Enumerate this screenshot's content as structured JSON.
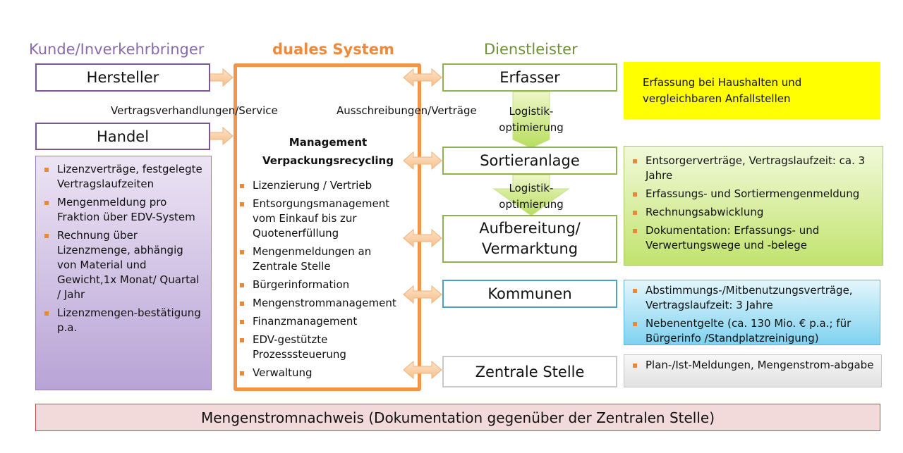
{
  "columns": {
    "customer": "Kunde/Inverkehrbringer",
    "dual": "duales System",
    "provider": "Dienstleister"
  },
  "customer": {
    "hersteller": "Hersteller",
    "handel": "Handel",
    "link_label": "Vertragsverhandlungen/Service",
    "bullets": [
      "Lizenzverträge, festgelegte Vertragslaufzeiten",
      "Mengenmeldung pro Fraktion über EDV-System",
      "Rechnung über Lizenzmenge, abhängig von Material und Gewicht,1x Monat/ Quartal / Jahr",
      "Lizenzmengen-bestätigung p.a."
    ]
  },
  "dual": {
    "title_line1": "Management",
    "title_line2": "Verpackungsrecycling",
    "link_label": "Ausschreibungen/Verträge",
    "bullets": [
      "Lizenzierung / Vertrieb",
      "Entsorgungsmanagement vom Einkauf bis zur Quotenerfüllung",
      "Mengenmeldungen an Zentrale Stelle",
      "Bürgerinformation",
      "Mengenstrommanagement",
      "Finanzmanagement",
      "EDV-gestützte Prozesssteuerung",
      "Verwaltung"
    ]
  },
  "provider": {
    "erfasser": "Erfasser",
    "logistik_line1": "Logistik-",
    "logistik_line2": "optimierung",
    "sortieranlage": "Sortieranlage",
    "aufbereitung_line1": "Aufbereitung/",
    "aufbereitung_line2": "Vermarktung",
    "kommunen": "Kommunen",
    "zentrale": "Zentrale Stelle"
  },
  "notes": {
    "yellow_line1": "Erfassung bei Haushalten und",
    "yellow_line2": "vergleichbaren Anfallstellen",
    "green": [
      "Entsorgerverträge, Vertragslaufzeit: ca. 3 Jahre",
      "Erfassungs- und Sortiermengenmeldung",
      "Rechnungsabwicklung",
      "Dokumentation: Erfassungs- und Verwertungswege und -belege"
    ],
    "blue": [
      "Abstimmungs-/Mitbenutzungsverträge, Vertragslaufzeit: 3 Jahre",
      "Nebenentgelte (ca. 130 Mio. € p.a.; für Bürgerinfo /Standplatzreinigung)"
    ],
    "gray": [
      "Plan-/Ist-Meldungen, Mengenstrom-abgabe"
    ]
  },
  "footer": "Mengenstromnachweis (Dokumentation gegenüber der Zentralen Stelle)",
  "colors": {
    "purple": "#7a5896",
    "orange": "#f0954a",
    "green": "#6e8f3a",
    "yellow": "#ffff00",
    "teal": "#4aa4c0"
  }
}
